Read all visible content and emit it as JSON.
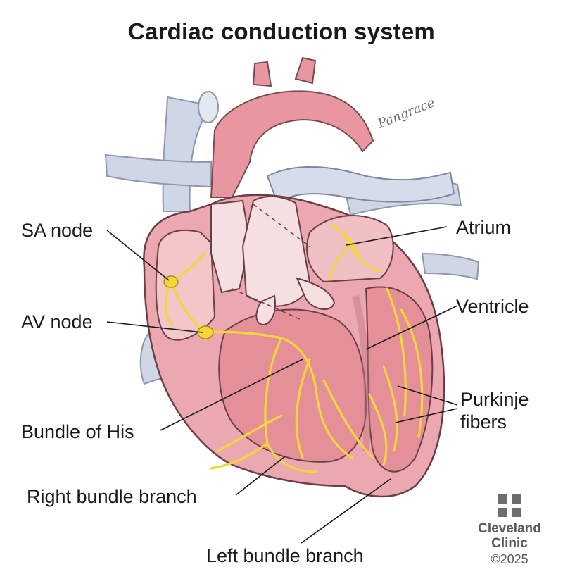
{
  "title": "Cardiac conduction system",
  "labels": {
    "sa_node": "SA node",
    "av_node": "AV node",
    "bundle_of_his": "Bundle of His",
    "right_bundle_branch": "Right bundle branch",
    "left_bundle_branch": "Left bundle branch",
    "atrium": "Atrium",
    "ventricle": "Ventricle",
    "purkinje_line1": "Purkinje",
    "purkinje_line2": "fibers"
  },
  "artist_signature": "Pangrace",
  "brand": {
    "line1": "Cleveland",
    "line2": "Clinic",
    "copyright": "©2025"
  },
  "colors": {
    "heart_pink": "#e9a3ab",
    "heart_dark": "#d98490",
    "vessel_blue": "#cfd6e6",
    "conduction_yellow": "#f3d63b",
    "leader_line": "#1a1a1a"
  }
}
